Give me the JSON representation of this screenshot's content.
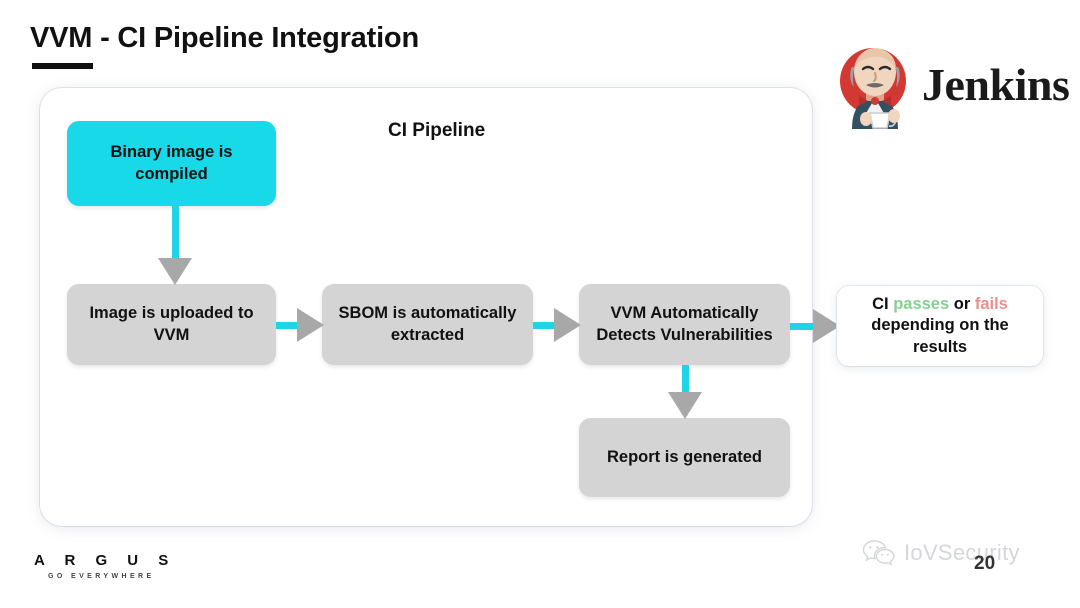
{
  "slide": {
    "title": "VVM - CI Pipeline Integration",
    "page_number": "20"
  },
  "brand_logo": {
    "name": "Jenkins",
    "mark": "jenkins-butler-icon",
    "circle_color": "#d33833"
  },
  "pipeline": {
    "label": "CI Pipeline",
    "boxes": [
      {
        "id": "binary",
        "label": "Binary image is compiled",
        "color": "#18d9e8",
        "style": "cyan"
      },
      {
        "id": "upload",
        "label": "Image is uploaded to VVM",
        "color": "#d4d4d4",
        "style": "gray"
      },
      {
        "id": "sbom",
        "label": "SBOM is automatically extracted",
        "color": "#d4d4d4",
        "style": "gray"
      },
      {
        "id": "detect",
        "label": "VVM Automatically Detects Vulnerabilities",
        "color": "#d4d4d4",
        "style": "gray"
      },
      {
        "id": "report",
        "label": "Report is generated",
        "color": "#d4d4d4",
        "style": "gray"
      }
    ],
    "arrow_shaft_color": "#1fd4e6",
    "arrow_head_color": "#a8a8a8"
  },
  "result": {
    "prefix": "CI ",
    "pass_word": "passes",
    "conjunction": " or ",
    "fail_word": "fails",
    "suffix": " depending on the results",
    "pass_color": "#86cf92",
    "fail_color": "#ec8e8e"
  },
  "footer": {
    "company": "A R G U S",
    "tagline": "GO EVERYWHERE",
    "watermark_text": "IoVSecurity",
    "watermark_icon": "wechat-icon"
  }
}
